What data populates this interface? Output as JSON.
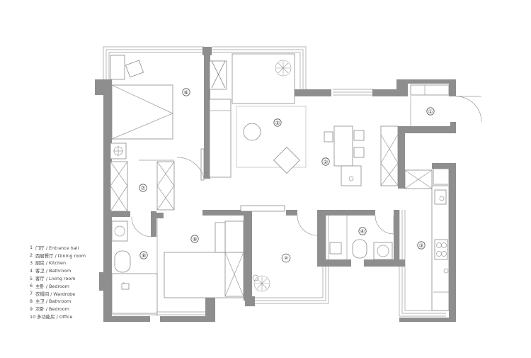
{
  "floorplan": {
    "room_markers": [
      {
        "id": "entrance",
        "number": "①"
      },
      {
        "id": "dining",
        "number": "②"
      },
      {
        "id": "kitchen",
        "number": "③"
      },
      {
        "id": "guest-bath",
        "number": "④"
      },
      {
        "id": "living",
        "number": "⑤"
      },
      {
        "id": "master-bedroom",
        "number": "⑥"
      },
      {
        "id": "wardrobe",
        "number": "⑦"
      },
      {
        "id": "master-bath",
        "number": "⑧"
      },
      {
        "id": "second-bedroom",
        "number": "⑨"
      },
      {
        "id": "office",
        "number": "⑩"
      }
    ],
    "legend": [
      {
        "no": "1",
        "label": "门厅 / Entrance hall"
      },
      {
        "no": "2",
        "label": "西厨餐厅 / Dining room"
      },
      {
        "no": "3",
        "label": "厨房 / Kitchen"
      },
      {
        "no": "4",
        "label": "客卫 / Bathroom"
      },
      {
        "no": "5",
        "label": "客厅 / Living room"
      },
      {
        "no": "6",
        "label": "主卧 / Bedroom"
      },
      {
        "no": "7",
        "label": "衣帽间 / Wardrobe"
      },
      {
        "no": "8",
        "label": "主卫 / Bathroom"
      },
      {
        "no": "9",
        "label": "次卧 / Bedroom"
      },
      {
        "no": "10",
        "label": "多功能房 / Office"
      }
    ],
    "colors": {
      "wall": "#8e8e8e",
      "line": "#9a9a9a",
      "background": "#ffffff"
    }
  }
}
